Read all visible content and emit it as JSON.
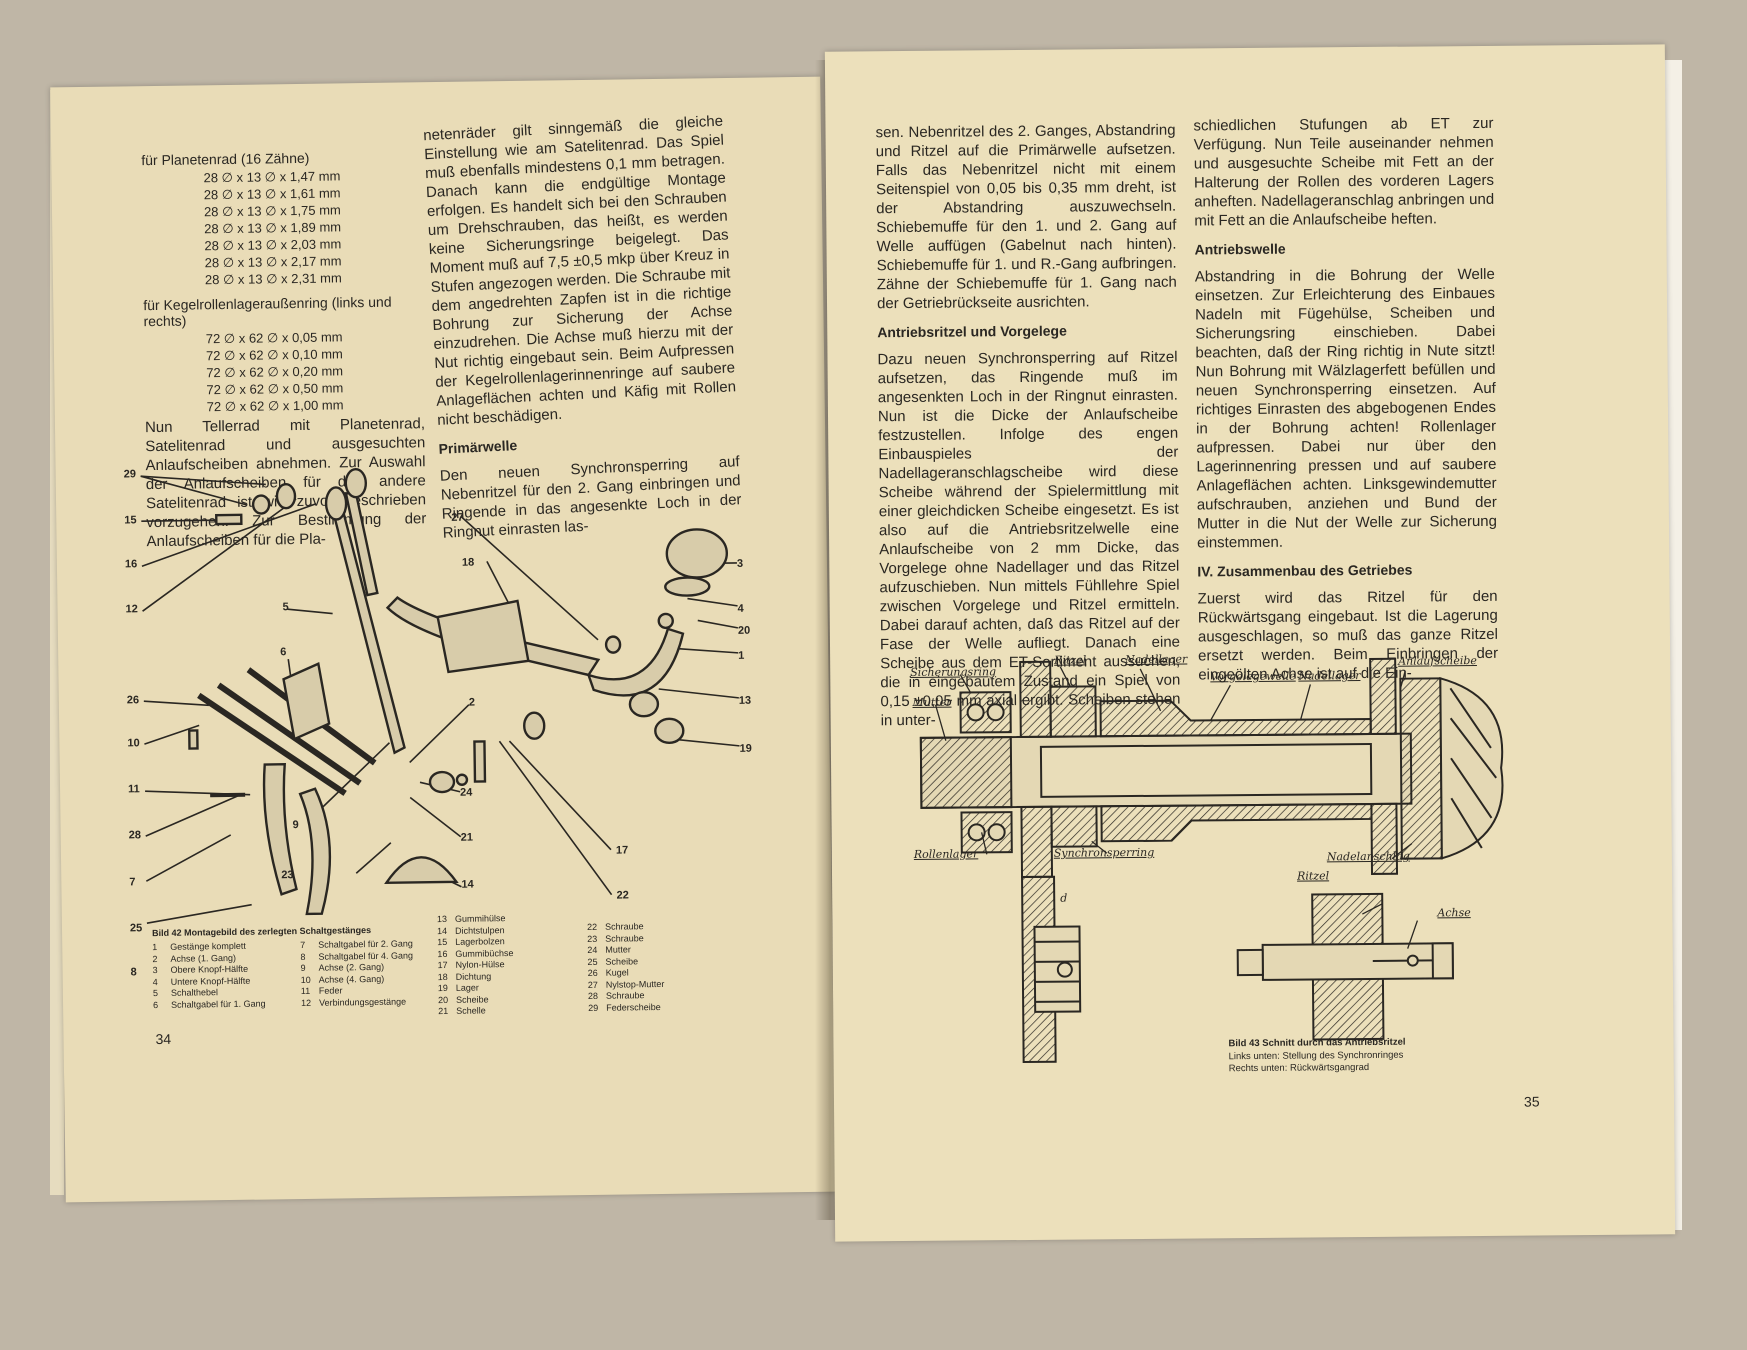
{
  "left_page": {
    "col1": {
      "spec1_head": "für Planetenrad (16 Zähne)",
      "spec1_rows": [
        "28 ∅ x 13 ∅ x 1,47 mm",
        "28 ∅ x 13 ∅ x 1,61 mm",
        "28 ∅ x 13 ∅ x 1,75 mm",
        "28 ∅ x 13 ∅ x 1,89 mm",
        "28 ∅ x 13 ∅ x 2,03 mm",
        "28 ∅ x 13 ∅ x 2,17 mm",
        "28 ∅ x 13 ∅ x 2,31 mm"
      ],
      "spec2_head": "für Kegelrollenlageraußenring (links und rechts)",
      "spec2_rows": [
        "72 ∅ x 62 ∅ x 0,05 mm",
        "72 ∅ x 62 ∅ x 0,10 mm",
        "72 ∅ x 62 ∅ x 0,20 mm",
        "72 ∅ x 62 ∅ x 0,50 mm",
        "72 ∅ x 62 ∅ x 1,00 mm"
      ],
      "para": "Nun Tellerrad mit Planetenrad, Satelitenrad und ausgesuchten Anlaufscheiben abnehmen. Zur Auswahl der Anlaufscheiben für das andere Satelitenrad ist wie zuvor beschrieben vorzugehen. Zur Bestimmung der Anlaufscheiben für die Pla-"
    },
    "col2": {
      "para1": "netenräder gilt sinngemäß die gleiche Einstellung wie am Satelitenrad. Das Spiel muß ebenfalls mindestens 0,1 mm betragen. Danach kann die endgültige Montage erfolgen. Es handelt sich bei den Schrauben um Drehschrauben, das heißt, es werden keine Sicherungsringe beigelegt. Das Moment muß auf 7,5 ±0,5 mkp über Kreuz in Stufen angezogen werden. Die Schraube mit dem angedrehten Zapfen ist in die richtige Bohrung zur Sicherung der Achse einzudrehen. Die Achse muß hierzu mit der Nut richtig eingebaut sein. Beim Aufpressen der Kegelrollenlagerinnenringe auf saubere Anlageflächen achten und Käfig mit Rollen nicht beschädigen.",
      "heading": "Primärwelle",
      "para2": "Den neuen Synchronsperring auf Nebenritzel für den 2. Gang einbringen und Ringende in das angesenkte Loch in der Ringnut einrasten las-"
    },
    "callouts": [
      "29",
      "15",
      "16",
      "12",
      "5",
      "26",
      "6",
      "10",
      "11",
      "28",
      "7",
      "25",
      "8",
      "9",
      "23",
      "27",
      "18",
      "3",
      "4",
      "20",
      "1",
      "2",
      "13",
      "19",
      "24",
      "21",
      "17",
      "14",
      "22"
    ],
    "legend_title": "Bild 42   Montagebild des zerlegten Schaltgestänges",
    "legend_a": [
      [
        "1",
        "Gestänge komplett"
      ],
      [
        "2",
        "Achse (1. Gang)"
      ],
      [
        "3",
        "Obere Knopf-Hälfte"
      ],
      [
        "4",
        "Untere Knopf-Hälfte"
      ],
      [
        "5",
        "Schalthebel"
      ],
      [
        "6",
        "Schaltgabel für 1. Gang"
      ]
    ],
    "legend_b": [
      [
        "7",
        "Schaltgabel für 2. Gang"
      ],
      [
        "8",
        "Schaltgabel für 4. Gang"
      ],
      [
        "9",
        "Achse (2. Gang)"
      ],
      [
        "10",
        "Achse (4. Gang)"
      ],
      [
        "11",
        "Feder"
      ],
      [
        "12",
        "Verbindungsgestänge"
      ]
    ],
    "legend_c": [
      [
        "13",
        "Gummihülse"
      ],
      [
        "14",
        "Dichtstulpen"
      ],
      [
        "15",
        "Lagerbolzen"
      ],
      [
        "16",
        "Gummibüchse"
      ],
      [
        "17",
        "Nylon-Hülse"
      ],
      [
        "18",
        "Dichtung"
      ],
      [
        "19",
        "Lager"
      ],
      [
        "20",
        "Scheibe"
      ],
      [
        "21",
        "Schelle"
      ]
    ],
    "legend_d": [
      [
        "22",
        "Schraube"
      ],
      [
        "23",
        "Schraube"
      ],
      [
        "24",
        "Mutter"
      ],
      [
        "25",
        "Scheibe"
      ],
      [
        "26",
        "Kugel"
      ],
      [
        "27",
        "Nylstop-Mutter"
      ],
      [
        "28",
        "Schraube"
      ],
      [
        "29",
        "Federscheibe"
      ]
    ],
    "page_number": "34"
  },
  "right_page": {
    "col1": {
      "para1": "sen. Nebenritzel des 2. Ganges, Abstandring und Ritzel auf die Primärwelle aufsetzen. Falls das Nebenritzel nicht mit einem Seitenspiel von 0,05 bis 0,35 mm dreht, ist der Abstandring auszuwechseln. Schiebemuffe für den 1. und 2. Gang auf Welle auffügen (Gabelnut nach hinten). Schiebemuffe für 1. und R.-Gang aufbringen. Zähne der Schiebemuffe für 1. Gang nach der Getriebrückseite ausrichten.",
      "heading": "Antriebsritzel und Vorgelege",
      "para2": "Dazu neuen Synchronsperring auf Ritzel aufsetzen, das Ringende muß im angesenkten Loch in der Ringnut einrasten. Nun ist die Dicke der Anlaufscheibe festzustellen. Infolge des engen Einbauspieles der Nadellageranschlagscheibe wird diese Scheibe während der Spielermittlung mit einer gleichdicken Scheibe eingesetzt. Es ist also auf die Antriebsritzelwelle eine Anlaufscheibe von 2 mm Dicke, das Vorgelege ohne Nadellager und das Ritzel aufzuschieben. Nun mittels Fühllehre Spiel zwischen Vorgelege und Ritzel ermitteln. Dabei darauf achten, daß das Ritzel auf der Fase der Welle aufliegt. Danach eine Scheibe aus dem ET-Sortiment aussuchen, die in eingebautem Zustand ein Spiel von 0,15 ±0,05 mm axial ergibt. Scheiben stehen in unter-"
    },
    "col2": {
      "para1": "schiedlichen Stufungen ab ET zur Verfügung. Nun Teile auseinander nehmen und ausgesuchte Scheibe mit Fett an der Halterung der Rollen des vorderen Lagers anheften. Nadellageranschlag anbringen und mit Fett an die Anlaufscheibe heften.",
      "heading1": "Antriebswelle",
      "para2": "Abstandring in die Bohrung der Welle einsetzen. Zur Erleichterung des Einbaues Nadeln mit Fügehülse, Scheiben und Sicherungsring einschieben. Dabei beachten, daß der Ring richtig in Nute sitzt! Nun Bohrung mit Wälzlagerfett befüllen und neuen Synchronsperring einsetzen. Auf richtiges Einrasten des abgebogenen Endes in der Bohrung achten! Rollenlager aufpressen. Dabei nur über den Lagerinnenring pressen und auf saubere Anlageflächen achten. Linksgewindemutter aufschrauben, anziehen und Bund der Mutter in die Nut der Welle zur Sicherung einstemmen.",
      "heading2": "IV. Zusammenbau des Getriebes",
      "para3": "Zuerst wird das Ritzel für den Rückwärtsgang eingebaut. Ist die Lagerung ausgeschlagen, so muß das ganze Ritzel ersetzt werden. Beim Einbringen der eingeölten Achse ist auf die Ein-"
    },
    "diagram_labels": {
      "sicherungsring": "Sicherungsring",
      "ritzel": "Ritzel",
      "nadellager": "Nadellager",
      "mutter": "Mutter",
      "vorgelegewelle": "Vorgelegewelle",
      "nadellager2": "Nadellager",
      "anlaufscheibe": "Anlaufscheibe",
      "rollenlager": "Rollenlager",
      "synchronsperring": "Synchronsperring",
      "nadelanschlag": "Nadelanschlag",
      "ritzel2": "Ritzel",
      "achse": "Achse",
      "d": "d"
    },
    "caption_title": "Bild 43   Schnitt durch das Antriebsritzel",
    "caption_line1": "Links unten: Stellung des Synchronringes",
    "caption_line2": "Rechts unten: Rückwärtsgangrad",
    "page_number": "35"
  }
}
